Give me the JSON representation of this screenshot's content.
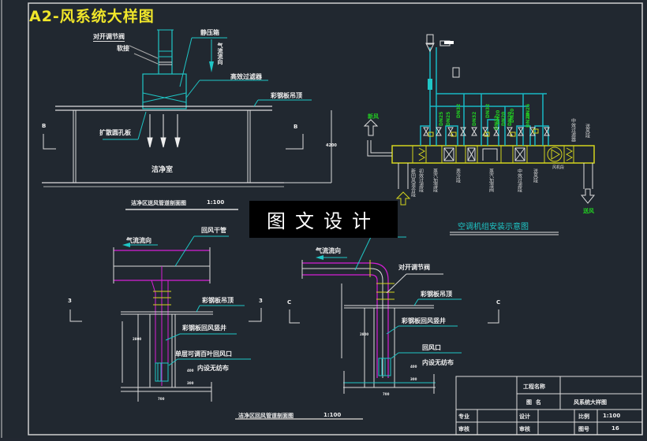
{
  "sheet_title": "A2-风系统大样图",
  "watermark": "图文设计",
  "colors": {
    "background": "#212830",
    "title": "#f0e62a",
    "duct": "#e0e0e0",
    "leader": "#1fc6c6",
    "return_duct": "#d61ed6",
    "ahu_frame": "#d4d41e",
    "pipe": "#18b8c4",
    "pipe_label": "#22cc22"
  },
  "section_b": {
    "labels": {
      "damper": "对开调节阀",
      "flexible_joint": "软接",
      "plenum": "静压箱",
      "airflow_vertical": "气流流向",
      "hepa_filter": "高效过滤器",
      "ceiling": "彩钢板吊顶",
      "diffuser_plate": "扩散圆孔板",
      "room": "洁净室",
      "section_mark_left": "B",
      "section_mark_right": "B",
      "dim_height": "4200"
    },
    "caption": "洁净区送风管道剖面图",
    "scale": "1:100"
  },
  "ahu_diagram": {
    "caption": "空调机组安装示意图",
    "fresh_air_label": "新风",
    "supply_air_label": "送风",
    "pipe_sizes": [
      "DN25",
      "DN25",
      "DN32",
      "DN32",
      "DN32",
      "DN32",
      "DN20",
      "DN20",
      "DN20",
      "DN20",
      "DN25",
      "DN20"
    ],
    "sections": [
      "新回风混合段",
      "初效过滤段",
      "蒸汽加湿段",
      "表冷段",
      "蒸汽加湿阀",
      "中效过滤段",
      "送风段",
      "风机段",
      "中效过滤器",
      "送风段"
    ]
  },
  "section_3": {
    "labels": {
      "airflow": "气流流向",
      "return_main": "回风干管",
      "ceiling": "彩钢板吊顶",
      "return_shaft": "彩钢板回风竖井",
      "louver": "单层可调百叶回风口",
      "filter_cloth": "内设无纺布",
      "section_mark_left": "3",
      "section_mark_right": "3",
      "dim_height": "2800",
      "dim_a": "400",
      "dim_b": "300",
      "dim_w": "700"
    }
  },
  "section_c": {
    "labels": {
      "airflow": "气流流向",
      "damper": "对开调节阀",
      "ceiling": "彩钢板吊顶",
      "return_shaft": "彩钢板回风竖井",
      "return_grille": "回风口",
      "filter_cloth": "内设无纺布",
      "section_mark_left": "C",
      "section_mark_right": "C",
      "dim_height": "2800",
      "dim_a": "400",
      "dim_b": "300",
      "dim_w": "700"
    },
    "shared_caption": "洁净区回风管道剖面图",
    "scale": "1:100"
  },
  "title_block": {
    "project_label": "工程名称",
    "project_value": "",
    "drawing_name_label": "图  名",
    "drawing_name_value": "风系统大样图",
    "discipline_label": "专业",
    "design_label": "设计",
    "scale_label": "比例",
    "scale_value": "1:100",
    "review_label": "审核",
    "check_label": "审核",
    "sheet_no_label": "图号",
    "sheet_no_value": "16"
  }
}
